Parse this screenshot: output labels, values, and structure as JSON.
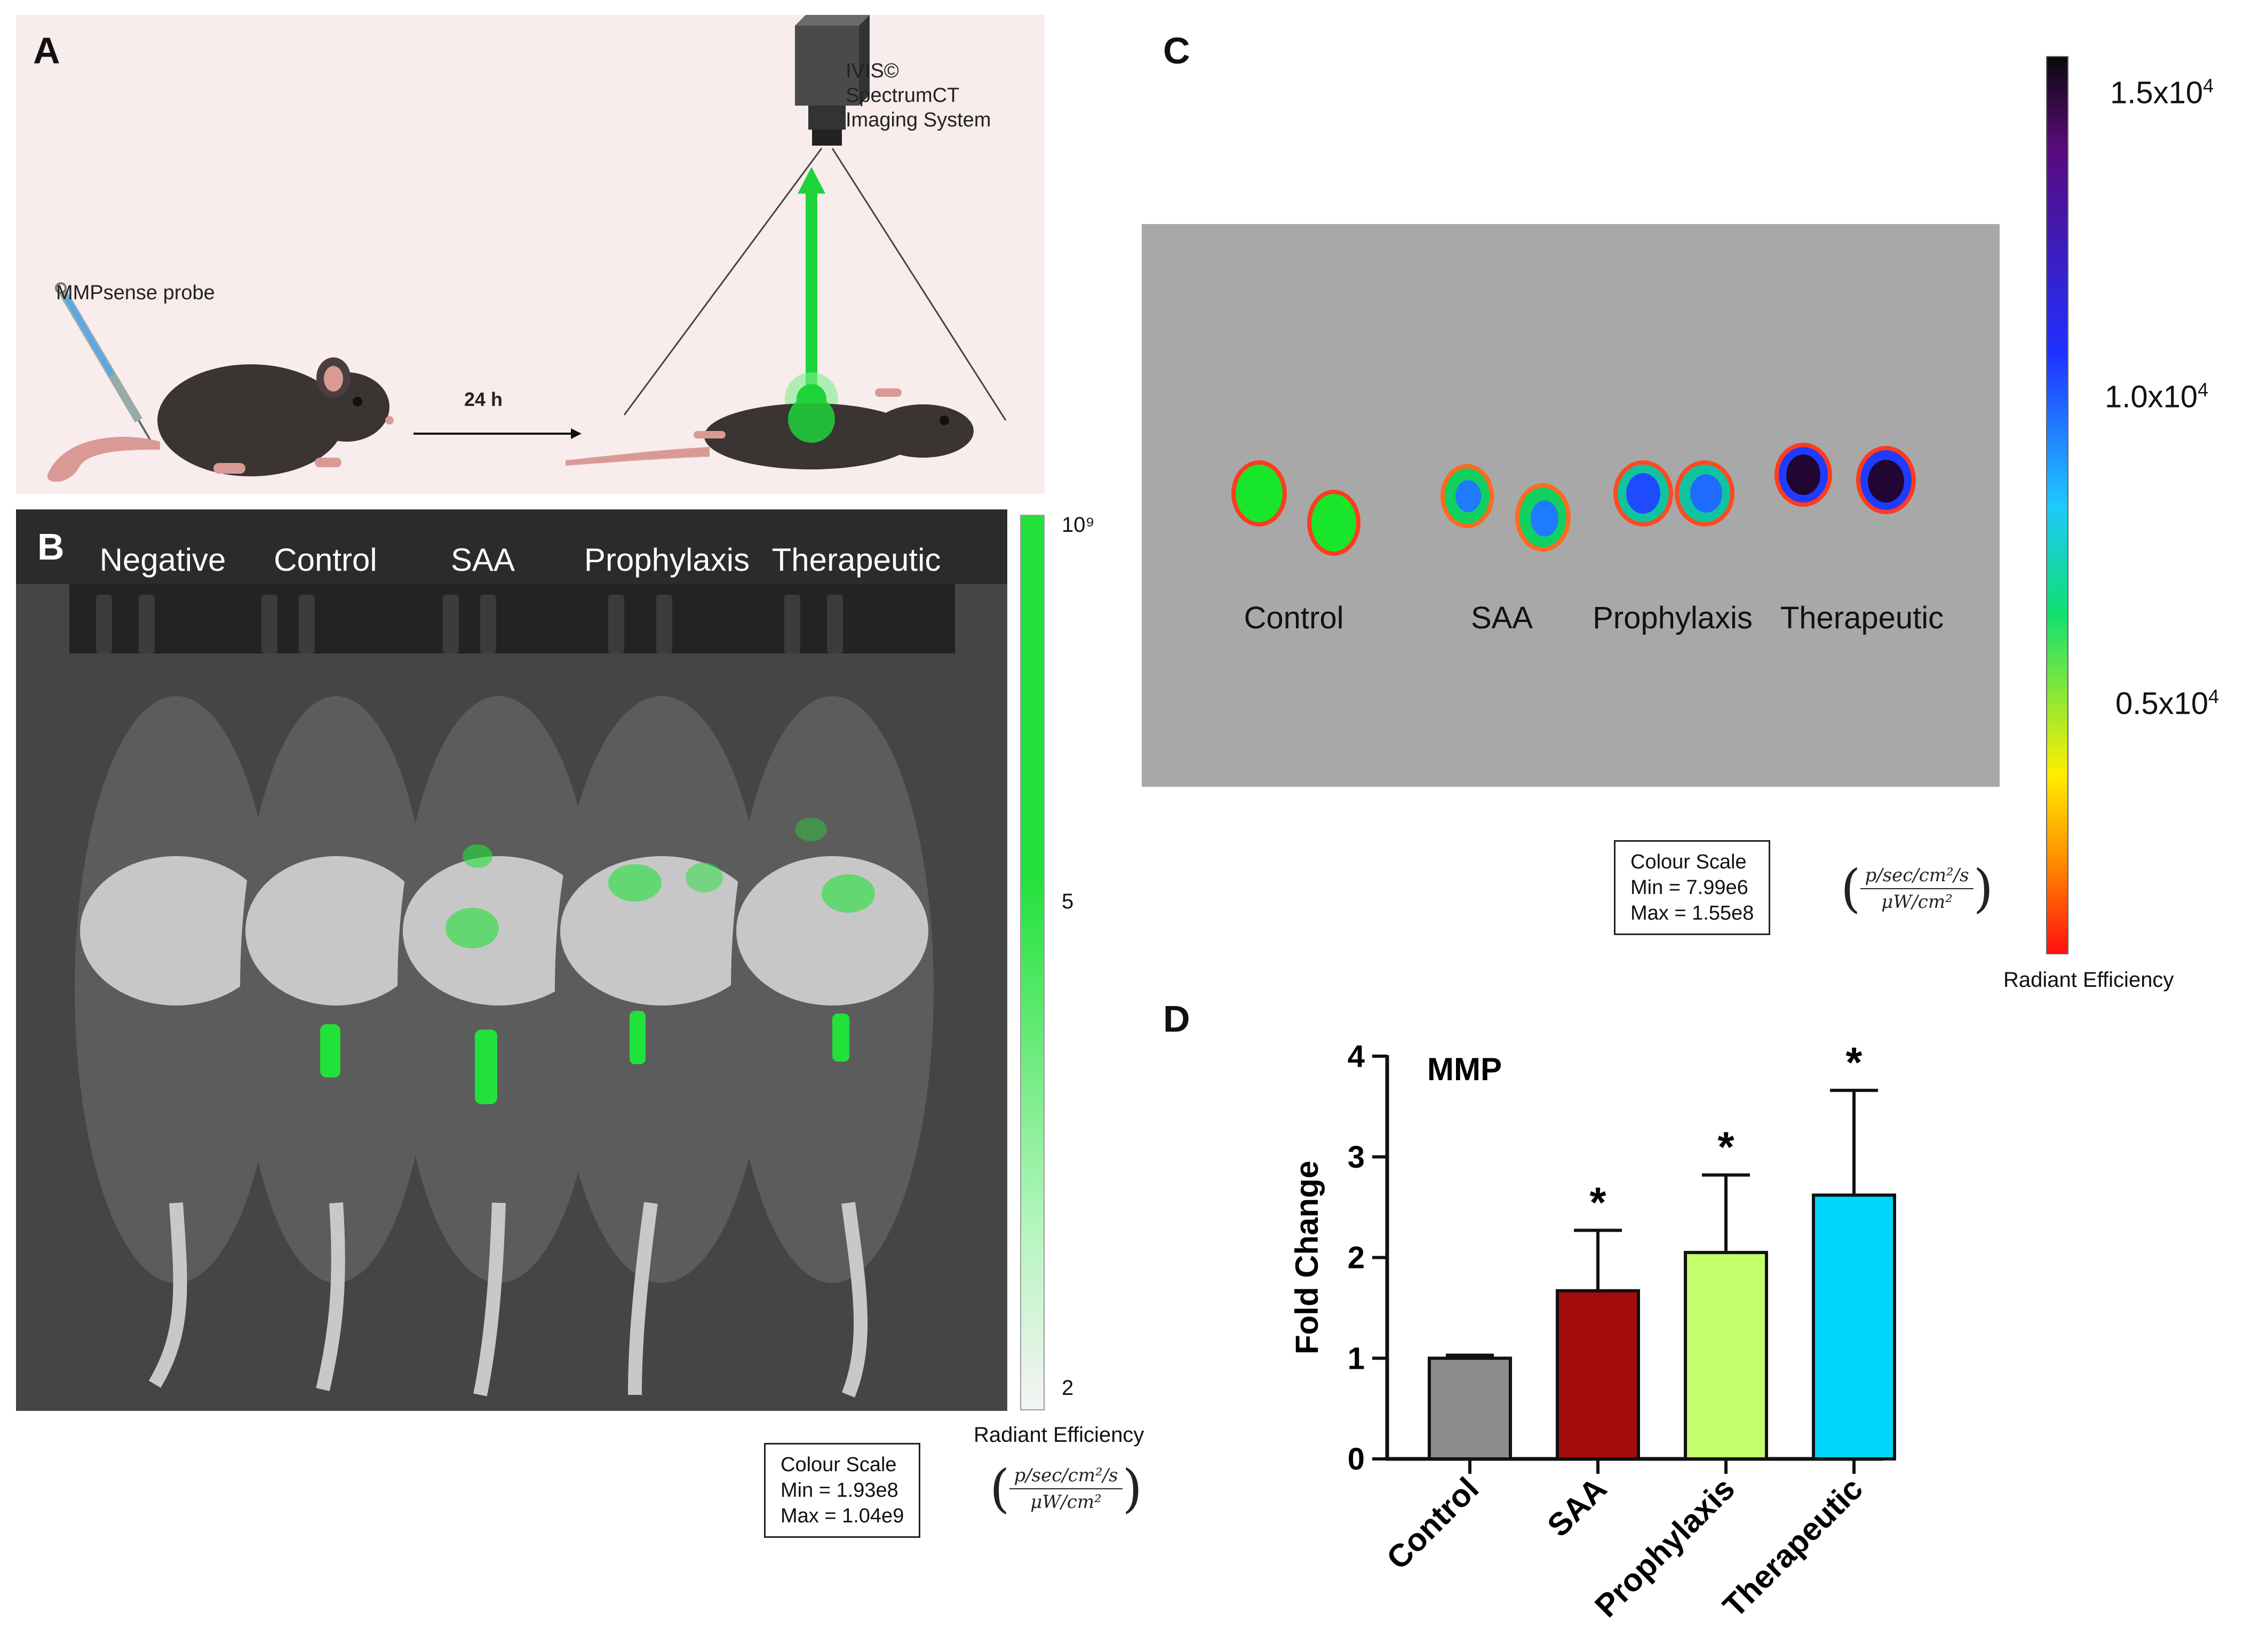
{
  "panel_a": {
    "letter": "A",
    "imaging_system_lines": [
      "IVIS©",
      "SpectrumCT",
      "Imaging System"
    ],
    "probe_label": "MMPsense probe",
    "time_label": "24 h"
  },
  "panel_b": {
    "letter": "B",
    "groups": [
      "Negative",
      "Control",
      "SAA",
      "Prophylaxis",
      "Therapeutic"
    ],
    "scale_ticks": [
      "10⁹",
      "5",
      "2"
    ],
    "scale_color": "#22e13a",
    "radiant_label": "Radiant Efficiency",
    "colour_scale": {
      "title": "Colour Scale",
      "min": "Min = 1.93e8",
      "max": "Max = 1.04e9"
    },
    "units": {
      "numerator": "p/sec/cm²/s",
      "denominator": "μW/cm²"
    }
  },
  "panel_c": {
    "letter": "C",
    "groups": [
      "Control",
      "SAA",
      "Prophylaxis",
      "Therapeutic"
    ],
    "scale_ticks": [
      {
        "base": "1.5x10",
        "exp": "4"
      },
      {
        "base": "1.0x10",
        "exp": "4"
      },
      {
        "base": "0.5x10",
        "exp": "4"
      }
    ],
    "radiant_label": "Radiant Efficiency",
    "colour_scale": {
      "title": "Colour Scale",
      "min": "Min = 7.99e6",
      "max": "Max = 1.55e8"
    },
    "units": {
      "numerator": "p/sec/cm²/s",
      "denominator": "μW/cm²"
    }
  },
  "panel_d": {
    "letter": "D",
    "chart_data": {
      "type": "bar",
      "title": "MMP",
      "ylabel": "Fold Change",
      "xlabel": "",
      "categories": [
        "Control",
        "SAA",
        "Prophylaxis",
        "Therapeutic"
      ],
      "values": [
        1.0,
        1.67,
        2.05,
        2.62
      ],
      "errors": [
        0.03,
        0.6,
        0.77,
        1.04
      ],
      "significance": [
        "",
        "*",
        "*",
        "*"
      ],
      "colors": [
        "#8e8b8d",
        "#a30c0c",
        "#c3ff6b",
        "#00d7ff"
      ],
      "ylim": [
        0,
        4
      ],
      "yticks": [
        "0",
        "1",
        "2",
        "3",
        "4"
      ]
    }
  }
}
